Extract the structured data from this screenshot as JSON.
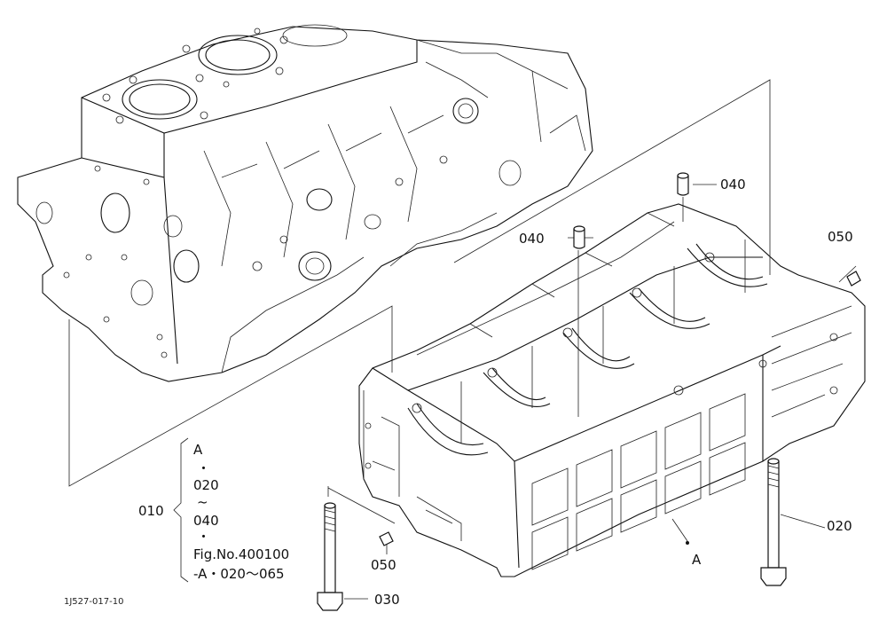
{
  "callouts": {
    "c040_top": "040",
    "c040_mid": "040",
    "c050_right": "050",
    "c050_left": "050",
    "c020": "020",
    "c030": "030",
    "cA": "A",
    "c010": "010"
  },
  "bracket_lines": [
    "A",
    "・",
    "020",
    "~",
    "040",
    "・",
    "Fig.No.400100",
    "-A・020～065"
  ],
  "figure_code": "1J527-017-10"
}
